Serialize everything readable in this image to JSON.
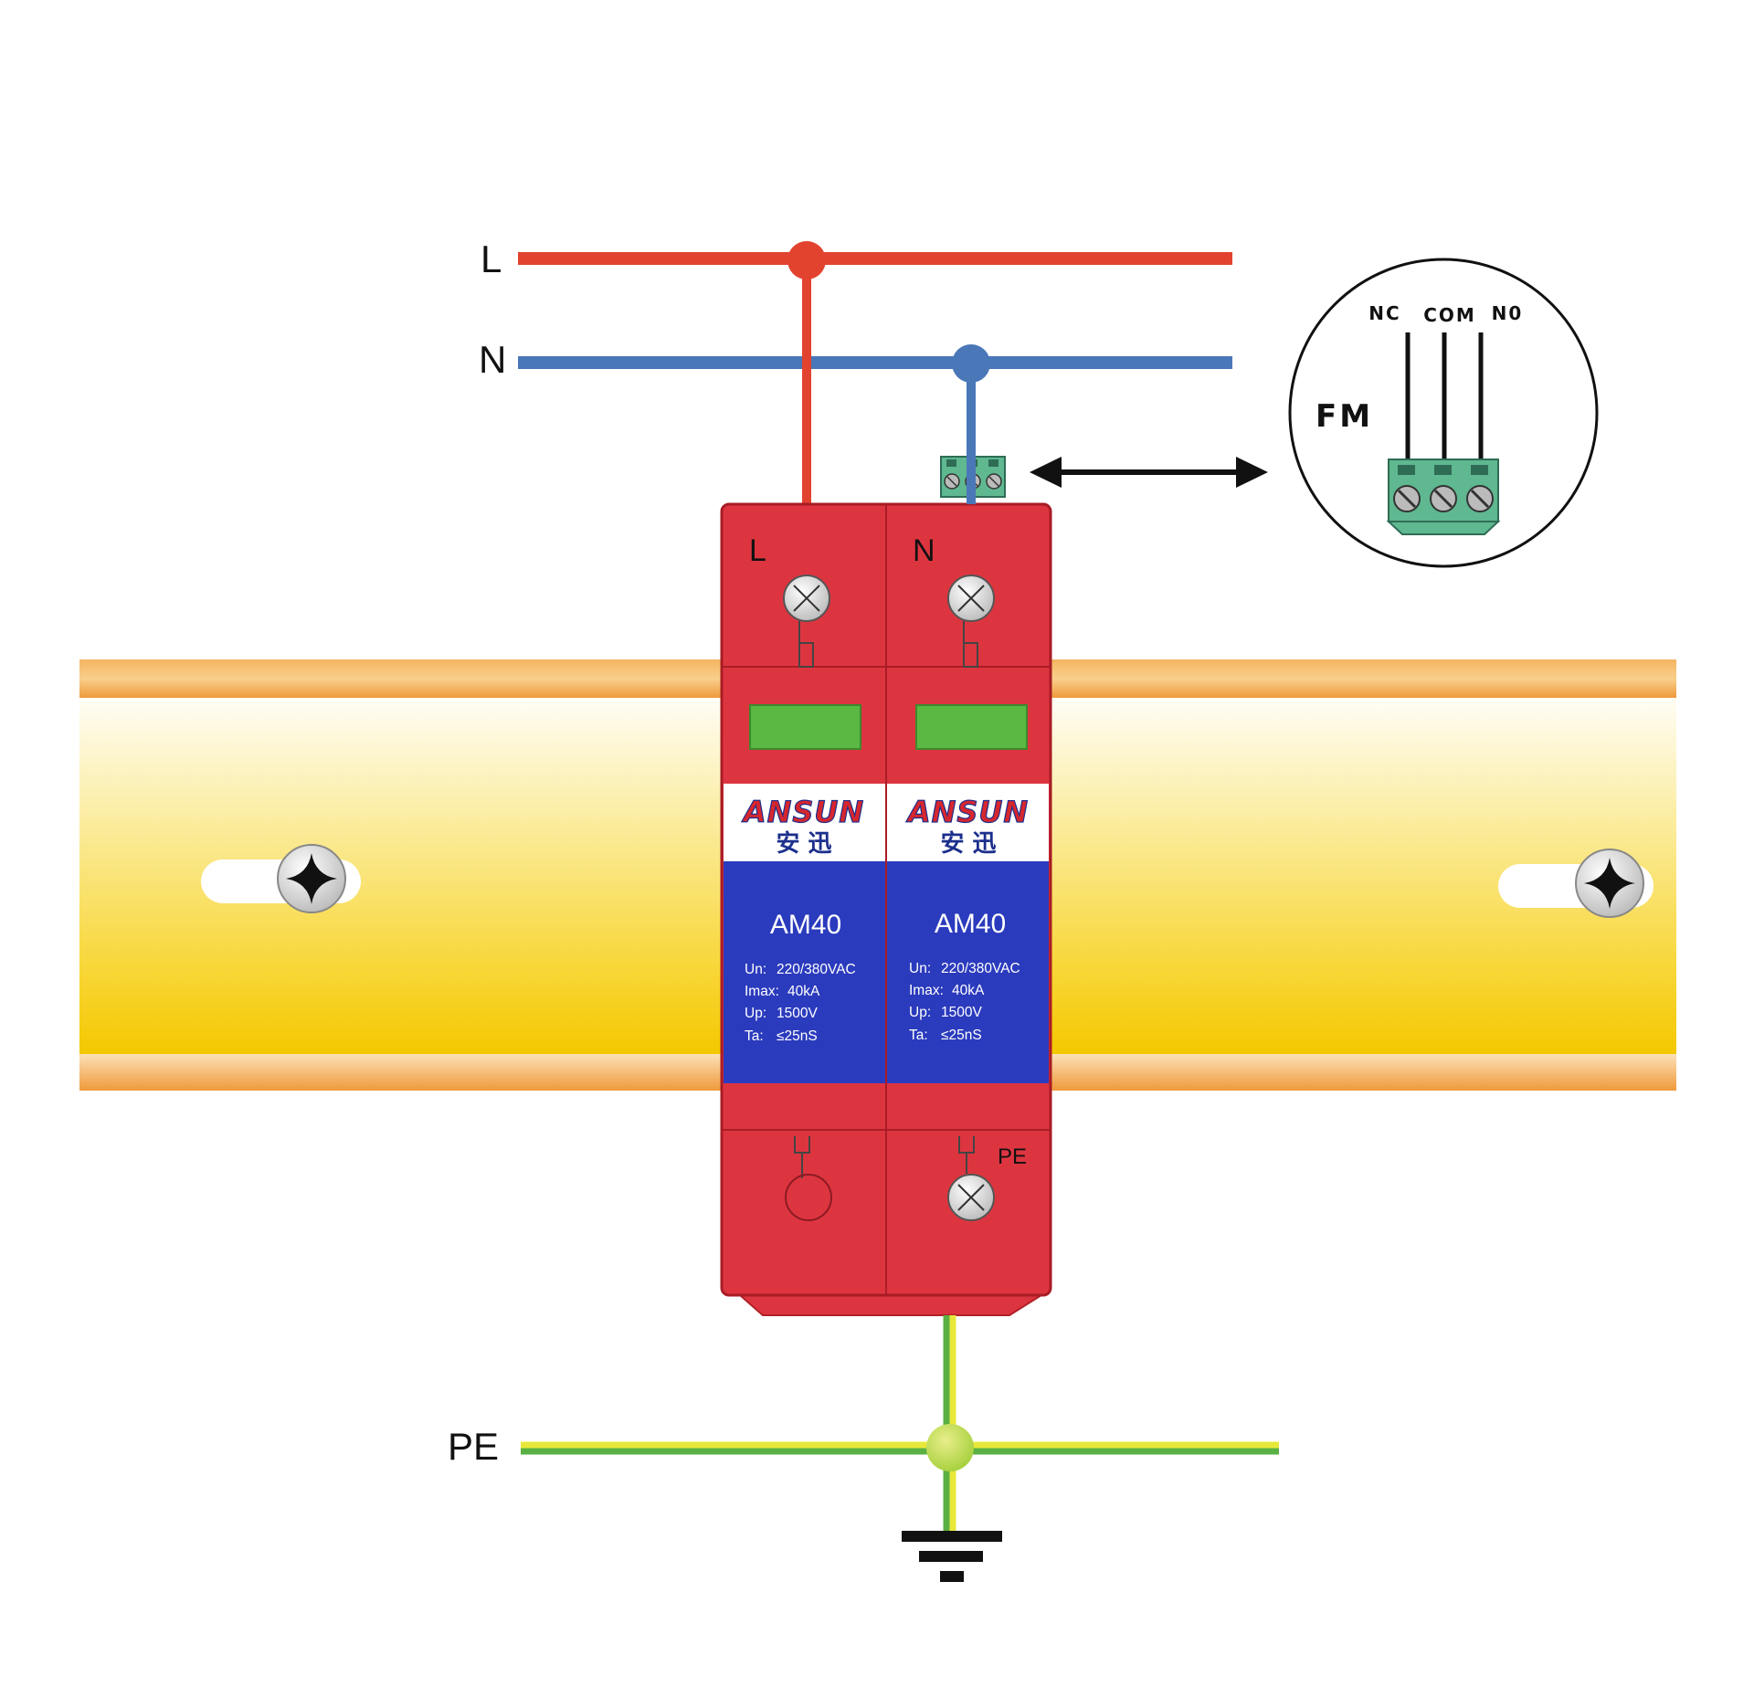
{
  "lines": {
    "L": "L",
    "N": "N",
    "PE": "PE"
  },
  "module_left": {
    "terminal_label": "L",
    "brand_latin": "ANSUN",
    "brand_cn": "安    迅",
    "model": "AM40",
    "specs": [
      {
        "key": "Un:",
        "value": "220/380VAC"
      },
      {
        "key": "Imax:",
        "value": "40kA"
      },
      {
        "key": "Up:",
        "value": "1500V"
      },
      {
        "key": "Ta:",
        "value": "≤25nS"
      }
    ]
  },
  "module_right": {
    "terminal_label": "N",
    "bottom_label": "PE",
    "brand_latin": "ANSUN",
    "brand_cn": "安    迅",
    "model": "AM40",
    "specs": [
      {
        "key": "Un:",
        "value": "220/380VAC"
      },
      {
        "key": "Imax:",
        "value": "40kA"
      },
      {
        "key": "Up:",
        "value": "1500V"
      },
      {
        "key": "Ta:",
        "value": "≤25nS"
      }
    ]
  },
  "remote_contact": {
    "title": "FM",
    "pins": [
      "NC",
      "COM",
      "N0"
    ]
  },
  "colors": {
    "live": "#e2432f",
    "neutral": "#4a77b8",
    "earth_green": "#5ab043",
    "earth_yellow": "#e8e83a",
    "module_red": "#dd3540",
    "module_blue": "#2b3bbd",
    "indicator_green": "#5ab843",
    "terminal_green": "#5fb890",
    "rail_orange": "#f0a040",
    "rail_yellow": "#f6cc1a"
  }
}
